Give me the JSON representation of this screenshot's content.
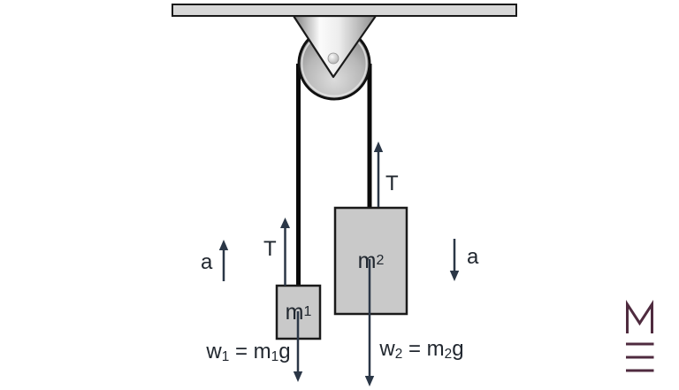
{
  "colors": {
    "background": "#ffffff",
    "outline": "#1a1a1a",
    "bar-fill": "#d8d8d8",
    "box-fill": "#c9c9c9",
    "rope": "#0a0a0a",
    "arrow": "#2b3747",
    "text": "#21272f",
    "logo": "#4f2b3f"
  },
  "labels": {
    "accel_left": "a",
    "tension_left": "T",
    "tension_right": "T",
    "accel_right": "a",
    "mass1": {
      "base": "m",
      "sub": "1"
    },
    "mass2": {
      "base": "m",
      "sub": "2"
    },
    "weight1": {
      "parts": [
        "w",
        "1",
        " = m",
        "1",
        "g"
      ]
    },
    "weight2": {
      "parts": [
        "w",
        "2",
        " = m",
        "2",
        "g"
      ]
    }
  },
  "logo": {
    "letter": "M"
  }
}
